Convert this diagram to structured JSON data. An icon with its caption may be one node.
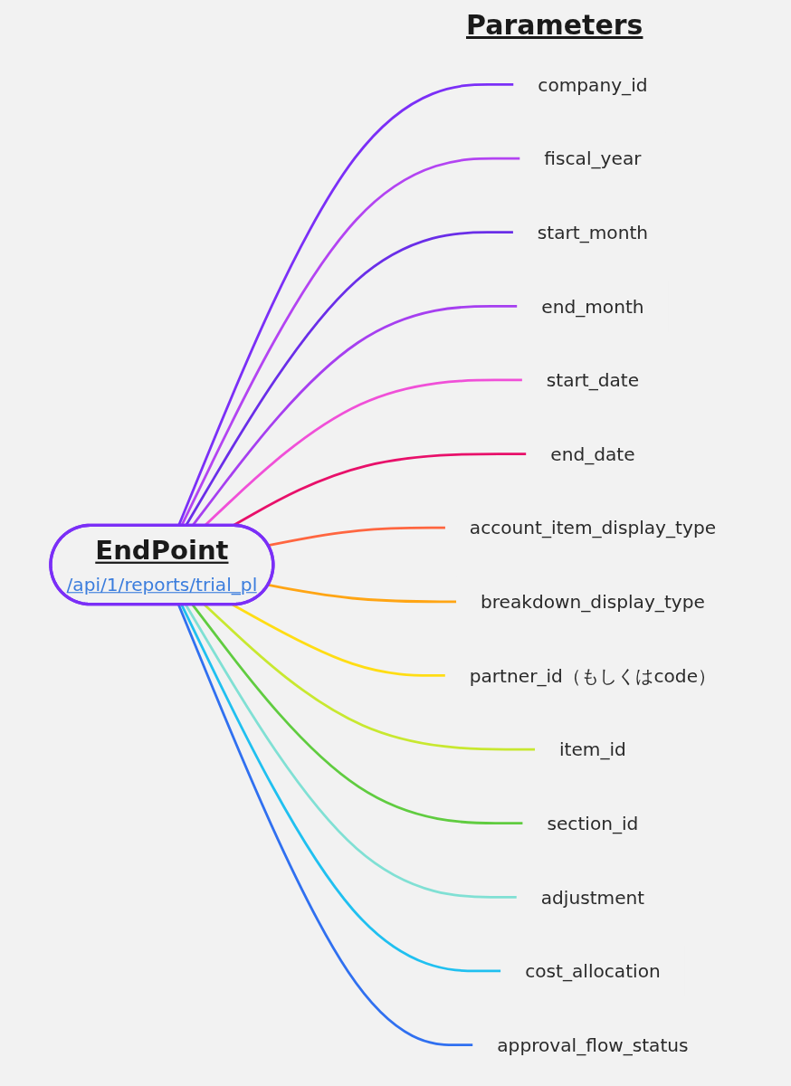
{
  "diagram": {
    "nodes": [
      {
        "text": [
          "EndPoint",
          "/api/1/reports/trial_pl"
        ]
      },
      {
        "text": [
          "company_id"
        ]
      },
      {
        "text": [
          "fiscal_year"
        ]
      },
      {
        "text": [
          "start_month"
        ]
      },
      {
        "text": [
          "end_month"
        ]
      },
      {
        "text": [
          "start_date"
        ]
      },
      {
        "text": [
          "end_date"
        ]
      },
      {
        "text": [
          "account_item_display_type"
        ]
      },
      {
        "text": [
          "breakdown_display_type"
        ]
      },
      {
        "text": [
          "partner_id（もしくはcode）"
        ]
      },
      {
        "text": [
          "item_id"
        ]
      },
      {
        "text": [
          "section_id"
        ]
      },
      {
        "text": [
          "adjustment"
        ]
      },
      {
        "text": [
          "cost_allocation"
        ]
      },
      {
        "text": [
          "approval_flow_status"
        ]
      }
    ],
    "edges": [
      {
        "from": 0,
        "to": 1,
        "arrow": "none",
        "color": "#7b2ff7"
      },
      {
        "from": 0,
        "to": 2,
        "arrow": "none",
        "color": "#b344f2"
      },
      {
        "from": 0,
        "to": 3,
        "arrow": "none",
        "color": "#6a2ee8"
      },
      {
        "from": 0,
        "to": 4,
        "arrow": "none",
        "color": "#a63ff0"
      },
      {
        "from": 0,
        "to": 5,
        "arrow": "none",
        "color": "#f050d8"
      },
      {
        "from": 0,
        "to": 6,
        "arrow": "none",
        "color": "#e8106a"
      },
      {
        "from": 0,
        "to": 7,
        "arrow": "none",
        "color": "#ff6640"
      },
      {
        "from": 0,
        "to": 8,
        "arrow": "none",
        "color": "#ffa514"
      },
      {
        "from": 0,
        "to": 9,
        "arrow": "none",
        "color": "#ffdd14"
      },
      {
        "from": 0,
        "to": 10,
        "arrow": "none",
        "color": "#c8e830"
      },
      {
        "from": 0,
        "to": 11,
        "arrow": "none",
        "color": "#60cc40"
      },
      {
        "from": 0,
        "to": 12,
        "arrow": "none",
        "color": "#80e0d4"
      },
      {
        "from": 0,
        "to": 13,
        "arrow": "none",
        "color": "#20c0f0"
      },
      {
        "from": 0,
        "to": 14,
        "arrow": "none",
        "color": "#3070f0"
      }
    ],
    "labels": [
      "Parameters"
    ]
  }
}
